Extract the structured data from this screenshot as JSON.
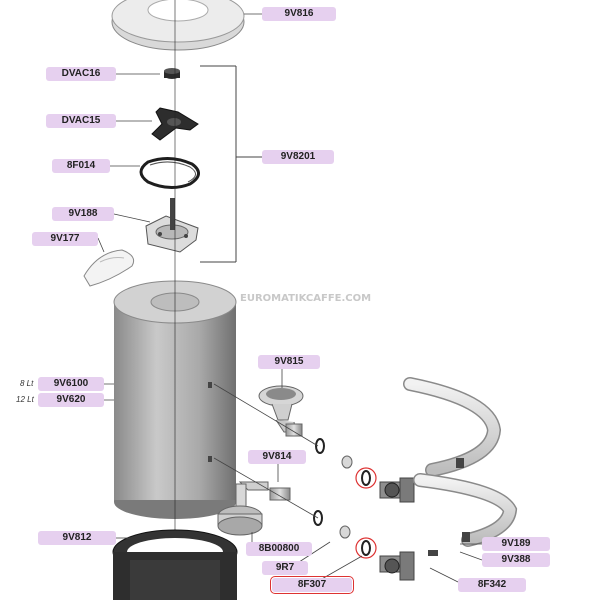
{
  "watermark": "EUROMATIKCAFFE.COM",
  "labels": {
    "9V816": "9V816",
    "DVAC16": "DVAC16",
    "DVAC15": "DVAC15",
    "8F014": "8F014",
    "9V8201": "9V8201",
    "9V188": "9V188",
    "9V177": "9V177",
    "9V815": "9V815",
    "9V6100": "9V6100",
    "9V620": "9V620",
    "9V814": "9V814",
    "9V812": "9V812",
    "8B00800": "8B00800",
    "9R7": "9R7",
    "8F307": "8F307",
    "9V189": "9V189",
    "9V388": "9V388",
    "8F342": "8F342"
  },
  "capacity_labels": {
    "lt8": "8 Lt",
    "lt12": "12 Lt"
  },
  "colors": {
    "label_bg": "#e6d0ef",
    "leader": "#444444",
    "highlight": "#dd3333"
  }
}
